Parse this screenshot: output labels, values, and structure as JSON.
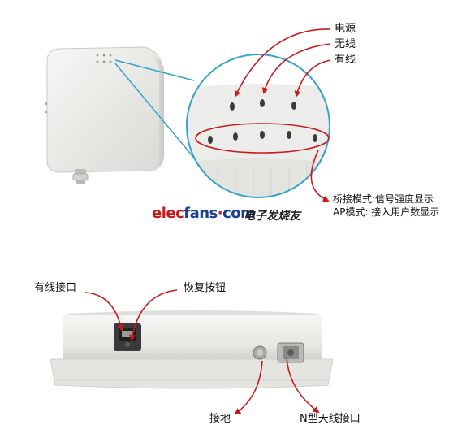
{
  "top": {
    "labels": {
      "power": "电源",
      "wireless": "无线",
      "wired": "有线",
      "bridge_mode": "桥接模式:信号强度显示",
      "ap_mode": "AP模式: 接入用户数显示"
    },
    "brand": {
      "e": "e",
      "lec": "lec",
      "fans": "fans",
      "dot": "·",
      "com": "com",
      "chinese": "电子发烧友"
    }
  },
  "bottom": {
    "labels": {
      "wired_port": "有线接口",
      "reset_button": "恢复按钮",
      "ground": "接地",
      "n_antenna_port": "N型天线接口"
    }
  },
  "colors": {
    "arrow": "#c8191e",
    "circle": "#35a3c9",
    "device_body": "#ececea",
    "brand_red": "#c8191e",
    "brand_blue": "#1d3f8f"
  },
  "icons": [
    "access-point-device",
    "led-indicator",
    "ethernet-port",
    "reset-button",
    "ground-screw",
    "n-type-connector"
  ]
}
